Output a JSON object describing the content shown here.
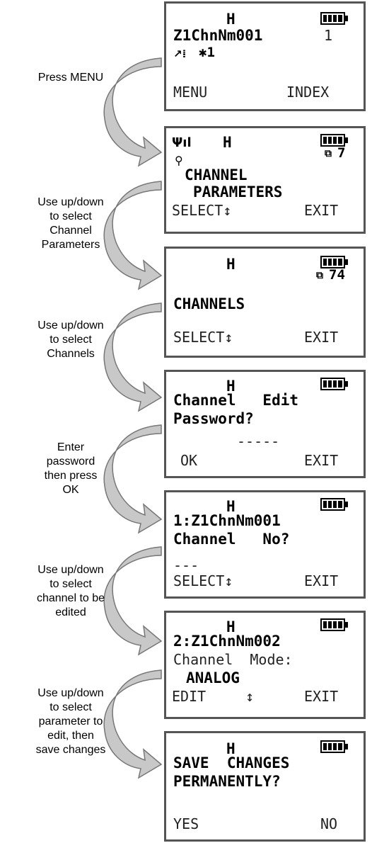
{
  "steps": [
    {
      "label": "Press MENU"
    },
    {
      "label": "Use up/down\nto select\nChannel\nParameters"
    },
    {
      "label": "Use up/down\nto select\nChannels"
    },
    {
      "label": "Enter\npassword\nthen press\nOK"
    },
    {
      "label": "Use up/down\nto select\nchannel to be\nedited"
    },
    {
      "label": "Use up/down\nto select\nparameter to\nedit, then\nsave changes"
    }
  ],
  "screens": [
    {
      "mode": "H",
      "line1": "Z1ChnNm001",
      "line1_right": "1",
      "status": "✱1",
      "left_key": "MENU",
      "right_key": "INDEX"
    },
    {
      "mode": "H",
      "counter": "7",
      "line1": "CHANNEL",
      "line2": "PARAMETERS",
      "left_key": "SELECT↕",
      "right_key": "EXIT"
    },
    {
      "mode": "H",
      "counter": "74",
      "line1": "CHANNELS",
      "left_key": "SELECT↕",
      "right_key": "EXIT"
    },
    {
      "mode": "H",
      "line1": "Channel   Edit",
      "line2": "Password?",
      "entry": "-----",
      "left_key": "OK",
      "right_key": "EXIT"
    },
    {
      "mode": "H",
      "line1": "1:Z1ChnNm001",
      "line2": "Channel   No?",
      "entry": "---",
      "left_key": "SELECT↕",
      "right_key": "EXIT"
    },
    {
      "mode": "H",
      "line1": "2:Z1ChnNm002",
      "line2": "Channel  Mode:",
      "line3": "ANALOG",
      "left_key": "EDIT",
      "middle_key": "↕",
      "right_key": "EXIT"
    },
    {
      "mode": "H",
      "line1": "SAVE  CHANGES",
      "line2": "PERMANENTLY?",
      "left_key": "YES",
      "right_key": "NO"
    }
  ],
  "colors": {
    "arrow_fill": "#c8c8c8",
    "arrow_stroke": "#777777",
    "screen_border": "#555555"
  }
}
